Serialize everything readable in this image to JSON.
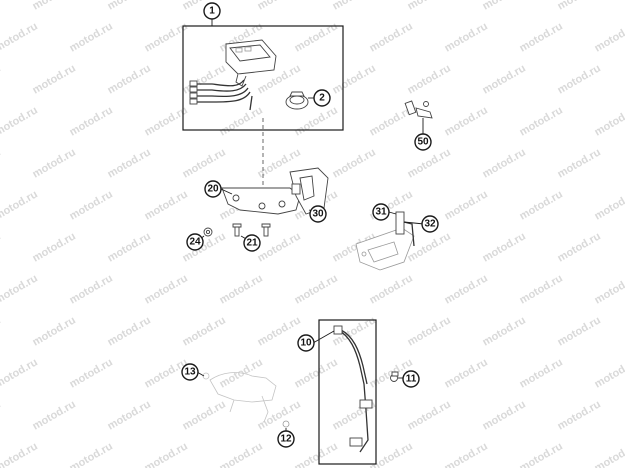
{
  "watermark": "motod.ru",
  "callouts": [
    {
      "id": "c1",
      "label": "1"
    },
    {
      "id": "c2",
      "label": "2"
    },
    {
      "id": "c50",
      "label": "50"
    },
    {
      "id": "c20",
      "label": "20"
    },
    {
      "id": "c30",
      "label": "30"
    },
    {
      "id": "c24",
      "label": "24"
    },
    {
      "id": "c21",
      "label": "21"
    },
    {
      "id": "c31",
      "label": "31"
    },
    {
      "id": "c32",
      "label": "32"
    },
    {
      "id": "c10",
      "label": "10"
    },
    {
      "id": "c11",
      "label": "11"
    },
    {
      "id": "c13",
      "label": "13"
    },
    {
      "id": "c12",
      "label": "12"
    }
  ]
}
